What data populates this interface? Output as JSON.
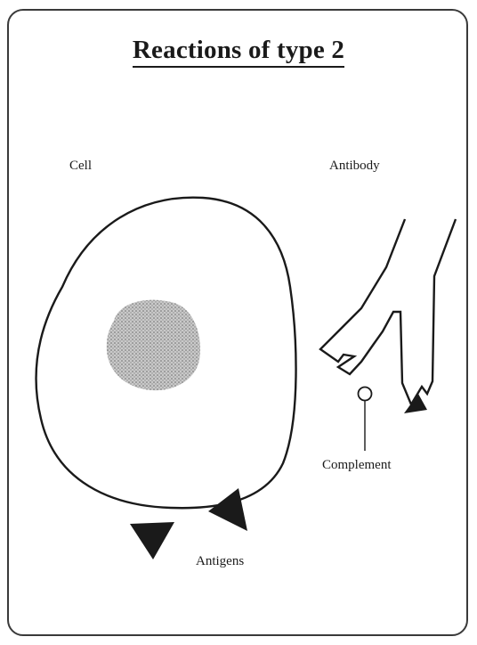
{
  "title": "Reactions of type 2",
  "labels": {
    "cell": "Cell",
    "antibody": "Antibody",
    "complement": "Complement",
    "antigens": "Antigens"
  },
  "colors": {
    "ink": "#1a1a1a",
    "nucleus": "#9a9a9a",
    "frame": "#3a3a3a"
  }
}
